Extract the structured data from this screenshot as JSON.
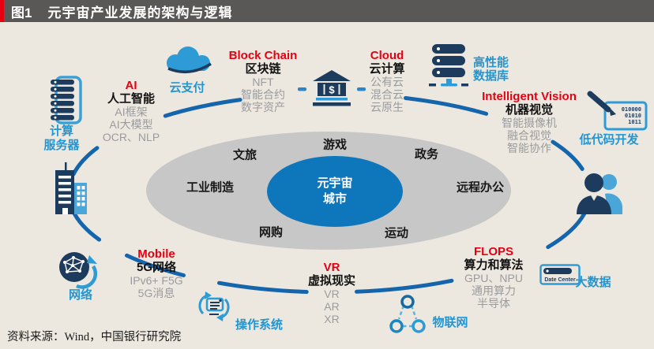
{
  "title_bar": {
    "figure_label": "图1",
    "title": "元宇宙产业发展的架构与逻辑"
  },
  "footer": {
    "source": "资料来源：Wind，中国银行研究院"
  },
  "center": {
    "core_line1": "元宇宙",
    "core_line2": "城市",
    "ring": [
      "文旅",
      "游戏",
      "政务",
      "工业制造",
      "远程办公",
      "网购",
      "运动"
    ]
  },
  "clusters": {
    "ai": {
      "en": "AI",
      "zh": "人工智能",
      "items": [
        "AI框架",
        "AI大模型",
        "OCR、NLP"
      ]
    },
    "blockchain": {
      "en": "Block Chain",
      "zh": "区块链",
      "items": [
        "NFT",
        "智能合约",
        "数字资产"
      ]
    },
    "cloud": {
      "en": "Cloud",
      "zh": "云计算",
      "items": [
        "公有云",
        "混合云",
        "云原生"
      ]
    },
    "vision": {
      "en": "Intelligent Vision",
      "zh": "机器视觉",
      "items": [
        "智能摄像机",
        "融合视觉",
        "智能协作"
      ]
    },
    "mobile": {
      "en": "Mobile",
      "zh": "5G网络",
      "items": [
        "IPv6+ F5G",
        "5G消息"
      ]
    },
    "vr": {
      "en": "VR",
      "zh": "虚拟现实",
      "items": [
        "VR",
        "AR",
        "XR"
      ]
    },
    "flops": {
      "en": "FLOPS",
      "zh": "算力和算法",
      "items": [
        "GPU、NPU",
        "通用算力",
        "半导体"
      ]
    }
  },
  "labels": {
    "computing_server": [
      "计算",
      "服务器"
    ],
    "cloud_pay": "云支付",
    "hp_database": [
      "高性能",
      "数据库"
    ],
    "low_code": "低代码开发",
    "big_data": "大数据",
    "iot": "物联网",
    "os": "操作系统",
    "network": "网络",
    "date_center": "Date Center",
    "dollar_sign": "$",
    "lowcode_binary": [
      "010000",
      "01010",
      "1011"
    ]
  },
  "colors": {
    "accent_red": "#e60012",
    "dark_navy": "#1d3c5d",
    "light_blue": "#2e9bd6",
    "label_blue": "#2196d3",
    "ring_arc_blue": "#1565ad",
    "core_blue": "#0e76bb",
    "ellipse_gray": "#c7c7c7",
    "background": "#ece8df",
    "titlebar_gray": "#5a5857"
  }
}
